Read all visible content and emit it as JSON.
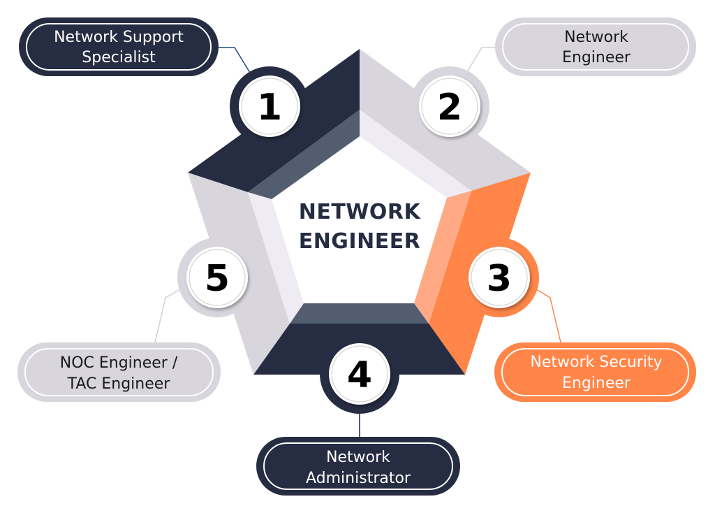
{
  "center": {
    "title_line1": "NETWORK",
    "title_line2": "ENGINEER"
  },
  "colors": {
    "navy": "#262c41",
    "slate": "#525d70",
    "gray": "#d8d6dc",
    "gray_light": "#eeebf3",
    "orange": "#ff8548",
    "orange_light": "#ffaa85",
    "connector_blue": "#1f4b8a",
    "connector_gray": "#d1d0d6"
  },
  "steps": [
    {
      "number": "1",
      "label_line1": "Network Support",
      "label_line2": "Specialist",
      "theme": "navy"
    },
    {
      "number": "2",
      "label_line1": "Network",
      "label_line2": "Engineer",
      "theme": "gray"
    },
    {
      "number": "3",
      "label_line1": "Network Security",
      "label_line2": "Engineer",
      "theme": "orange"
    },
    {
      "number": "4",
      "label_line1": "Network",
      "label_line2": "Administrator",
      "theme": "navy"
    },
    {
      "number": "5",
      "label_line1": "NOC Engineer /",
      "label_line2": "TAC Engineer",
      "theme": "gray"
    }
  ]
}
